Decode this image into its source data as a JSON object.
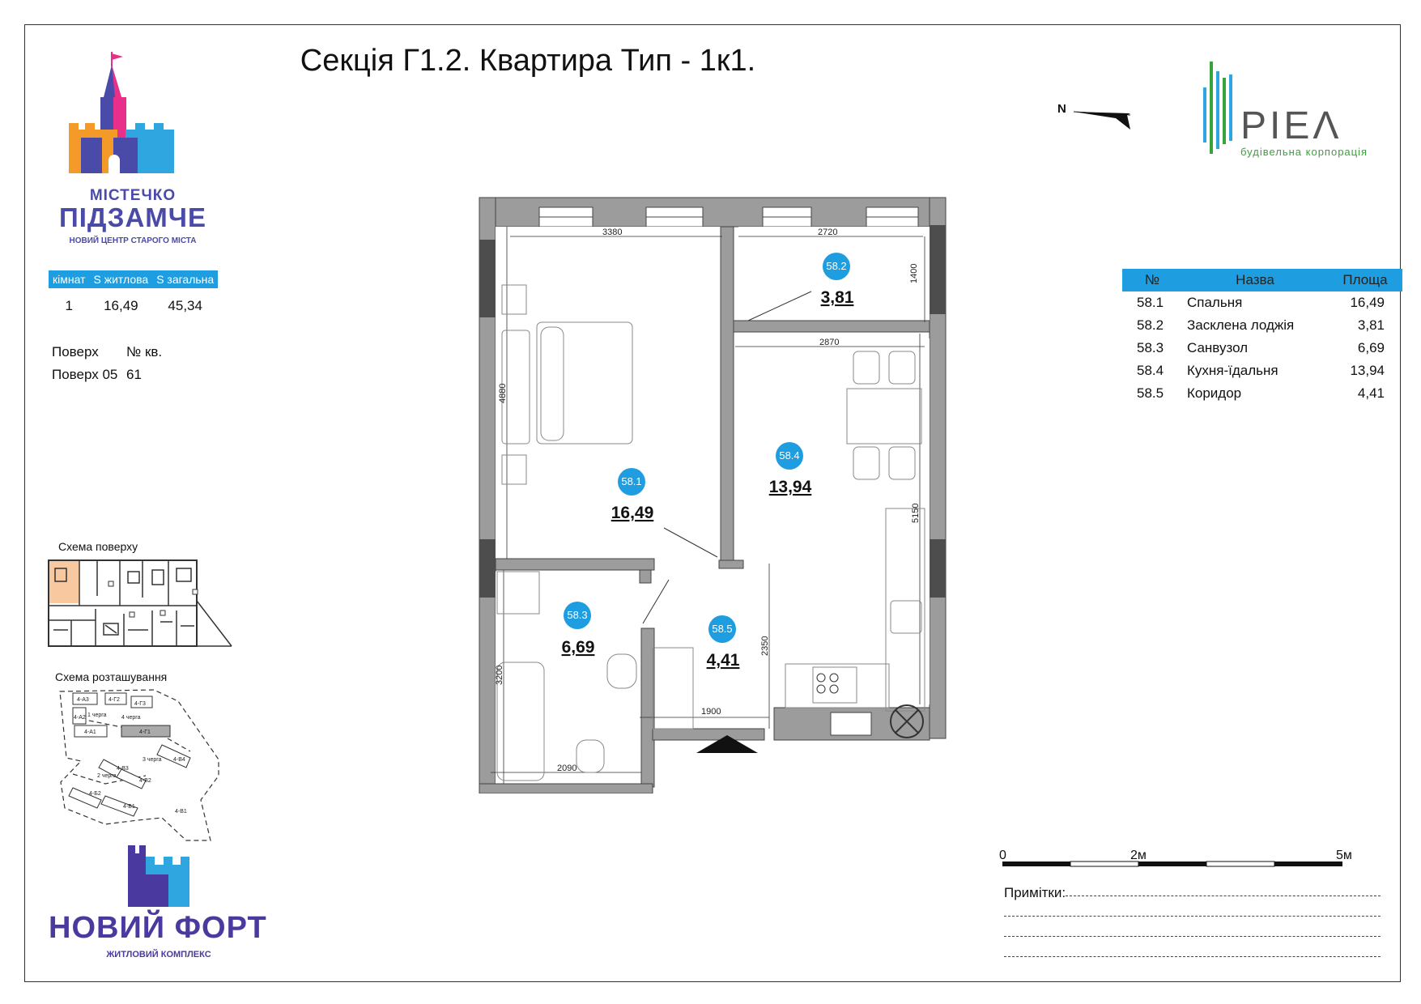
{
  "title": "Секція Г1.2. Квартира Тип - 1к1.",
  "brand_left": {
    "line1": "МІСТЕЧКО",
    "line2": "ПІДЗАМЧЕ",
    "line3": "НОВИЙ ЦЕНТР СТАРОГО МІСТА"
  },
  "brand_right": {
    "name": "PIEΛ",
    "subtitle": "будівельна корпорація"
  },
  "brand_bottom": {
    "name": "НОВИЙ ФОРТ",
    "subtitle": "ЖИТЛОВИЙ КОМПЛЕКС"
  },
  "summary": {
    "headers": [
      "кімнат",
      "S житлова",
      "S загальна"
    ],
    "values": [
      "1",
      "16,49",
      "45,34"
    ]
  },
  "floor_info": {
    "floor_label": "Поверх",
    "apt_label": "№ кв.",
    "floor_value": "Поверх 05",
    "apt_value": "61"
  },
  "captions": {
    "floor_scheme": "Схема поверху",
    "location_scheme": "Схема розташування"
  },
  "north_label": "N",
  "rooms_table": {
    "headers": [
      "№",
      "Назва",
      "Площа"
    ],
    "rows": [
      {
        "num": "58.1",
        "name": "Спальня",
        "area": "16,49"
      },
      {
        "num": "58.2",
        "name": "Засклена лоджія",
        "area": "3,81"
      },
      {
        "num": "58.3",
        "name": "Санвузол",
        "area": "6,69"
      },
      {
        "num": "58.4",
        "name": "Кухня-їдальня",
        "area": "13,94"
      },
      {
        "num": "58.5",
        "name": "Коридор",
        "area": "4,41"
      }
    ]
  },
  "plan": {
    "rooms": [
      {
        "id": "58.1",
        "area": "16,49"
      },
      {
        "id": "58.2",
        "area": "3,81"
      },
      {
        "id": "58.3",
        "area": "6,69"
      },
      {
        "id": "58.4",
        "area": "13,94"
      },
      {
        "id": "58.5",
        "area": "4,41"
      }
    ],
    "dimensions": [
      "3380",
      "2720",
      "1400",
      "2870",
      "4880",
      "5150",
      "2350",
      "1900",
      "3200",
      "2090"
    ]
  },
  "location_labels": [
    "4-А3",
    "4-Г2",
    "4-Г3",
    "4-А2",
    "1 черга",
    "4 черга",
    "4-А1",
    "4-Г1",
    "3 черга",
    "4-В4",
    "4-В3",
    "2 черга",
    "4-В2",
    "4-Б2",
    "4-Б1",
    "4-В1"
  ],
  "scale": {
    "zero": "0",
    "mid": "2м",
    "end": "5м"
  },
  "notes_label": "Примітки:",
  "colors": {
    "accent_blue": "#1e9ee0",
    "brand_purple": "#4a4aa8",
    "highlight_apartment": "#f8c9a0"
  }
}
